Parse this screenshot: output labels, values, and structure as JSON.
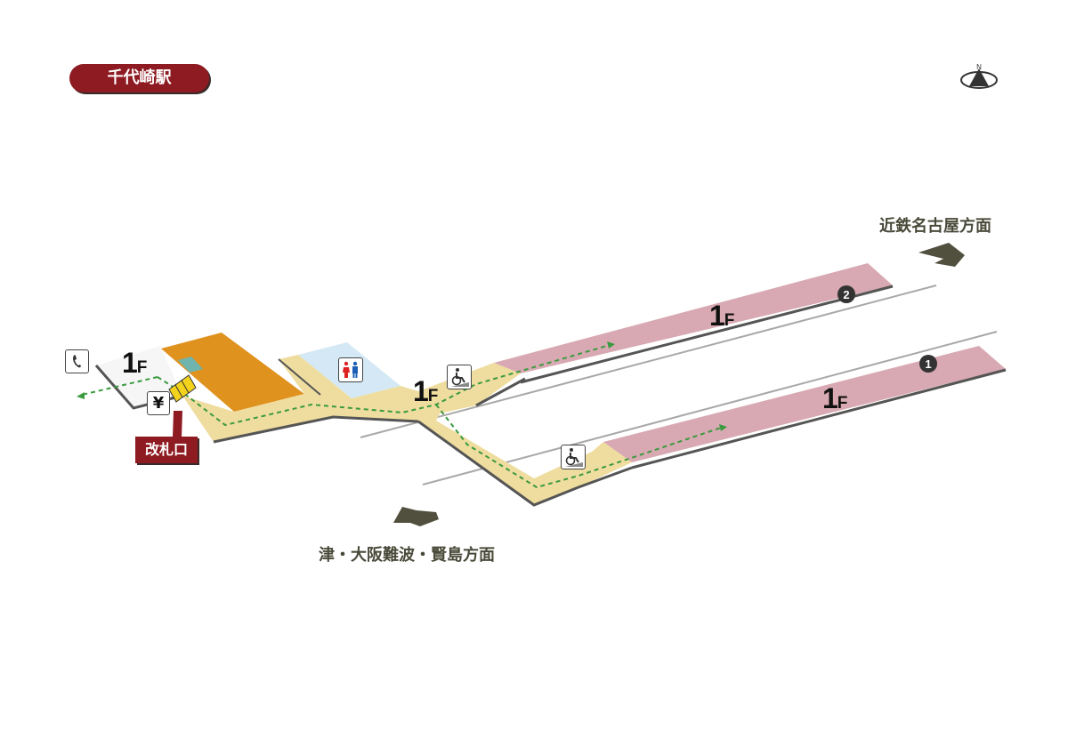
{
  "station": {
    "name": "千代崎駅"
  },
  "directions": {
    "north_bound": "近鉄名古屋方面",
    "south_bound": "津・大阪難波・賢島方面"
  },
  "gate": {
    "label": "改札口"
  },
  "floors": {
    "concourse": {
      "num": "1",
      "unit": "F"
    },
    "passage": {
      "num": "1",
      "unit": "F"
    },
    "platform_2": {
      "num": "1",
      "unit": "F"
    },
    "platform_1": {
      "num": "1",
      "unit": "F"
    }
  },
  "platforms": {
    "platform_1_number": "1",
    "platform_2_number": "2"
  },
  "icons": {
    "telephone": "telephone-icon",
    "ticket_machine_symbol": "¥",
    "restroom": "restroom-icon",
    "wheelchair": "wheelchair-icon",
    "compass": "north-compass-icon",
    "compass_letter": "N"
  },
  "colors": {
    "title_bg": "#8e1b22",
    "platform": "#d8a9b2",
    "passage": "#efdd9f",
    "shop": "#e0921f",
    "restroom_area": "#d4e9f5",
    "route": "#3a9a3f",
    "arrow": "#514f3e"
  }
}
